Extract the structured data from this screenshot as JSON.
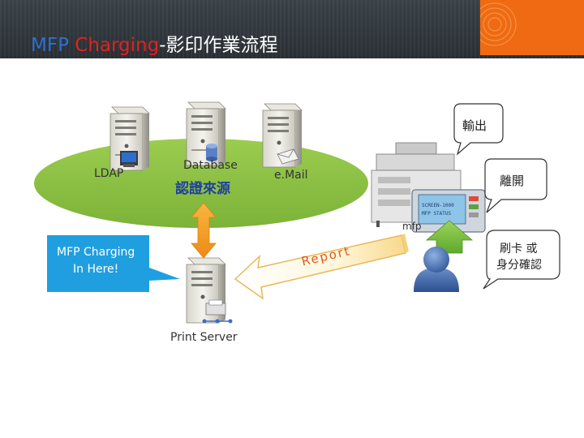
{
  "header": {
    "title_part1": "MFP ",
    "title_part2": "Charging",
    "title_part3": "-影印作業流程"
  },
  "diagram": {
    "ldap_label": "LDAP",
    "database_label": "Database",
    "auth_source_label": "認證來源",
    "email_label": "e.Mail",
    "mfp_label": "mfp",
    "report_label": "Report",
    "print_server_label": "Print Server",
    "mfp_charging_callout": [
      "MFP Charging",
      "In Here!"
    ],
    "output_callout": "輸出",
    "leave_callout": "離開",
    "swipe_callout": [
      "刷卡 或",
      "身分確認"
    ],
    "mfp_screen_lines": [
      "SCREEN-1000",
      "MFP STATUS"
    ]
  },
  "colors": {
    "header_bg": "#2f353a",
    "accent_orange": "#ef6a12",
    "ellipse_green": "#8cc63f",
    "callout_blue": "#1f9fe0",
    "arrow_orange": "#f7a428",
    "user_arrow_green": "#7cc242",
    "report_text": "#e05a1a",
    "auth_text": "#1f3fa0"
  }
}
